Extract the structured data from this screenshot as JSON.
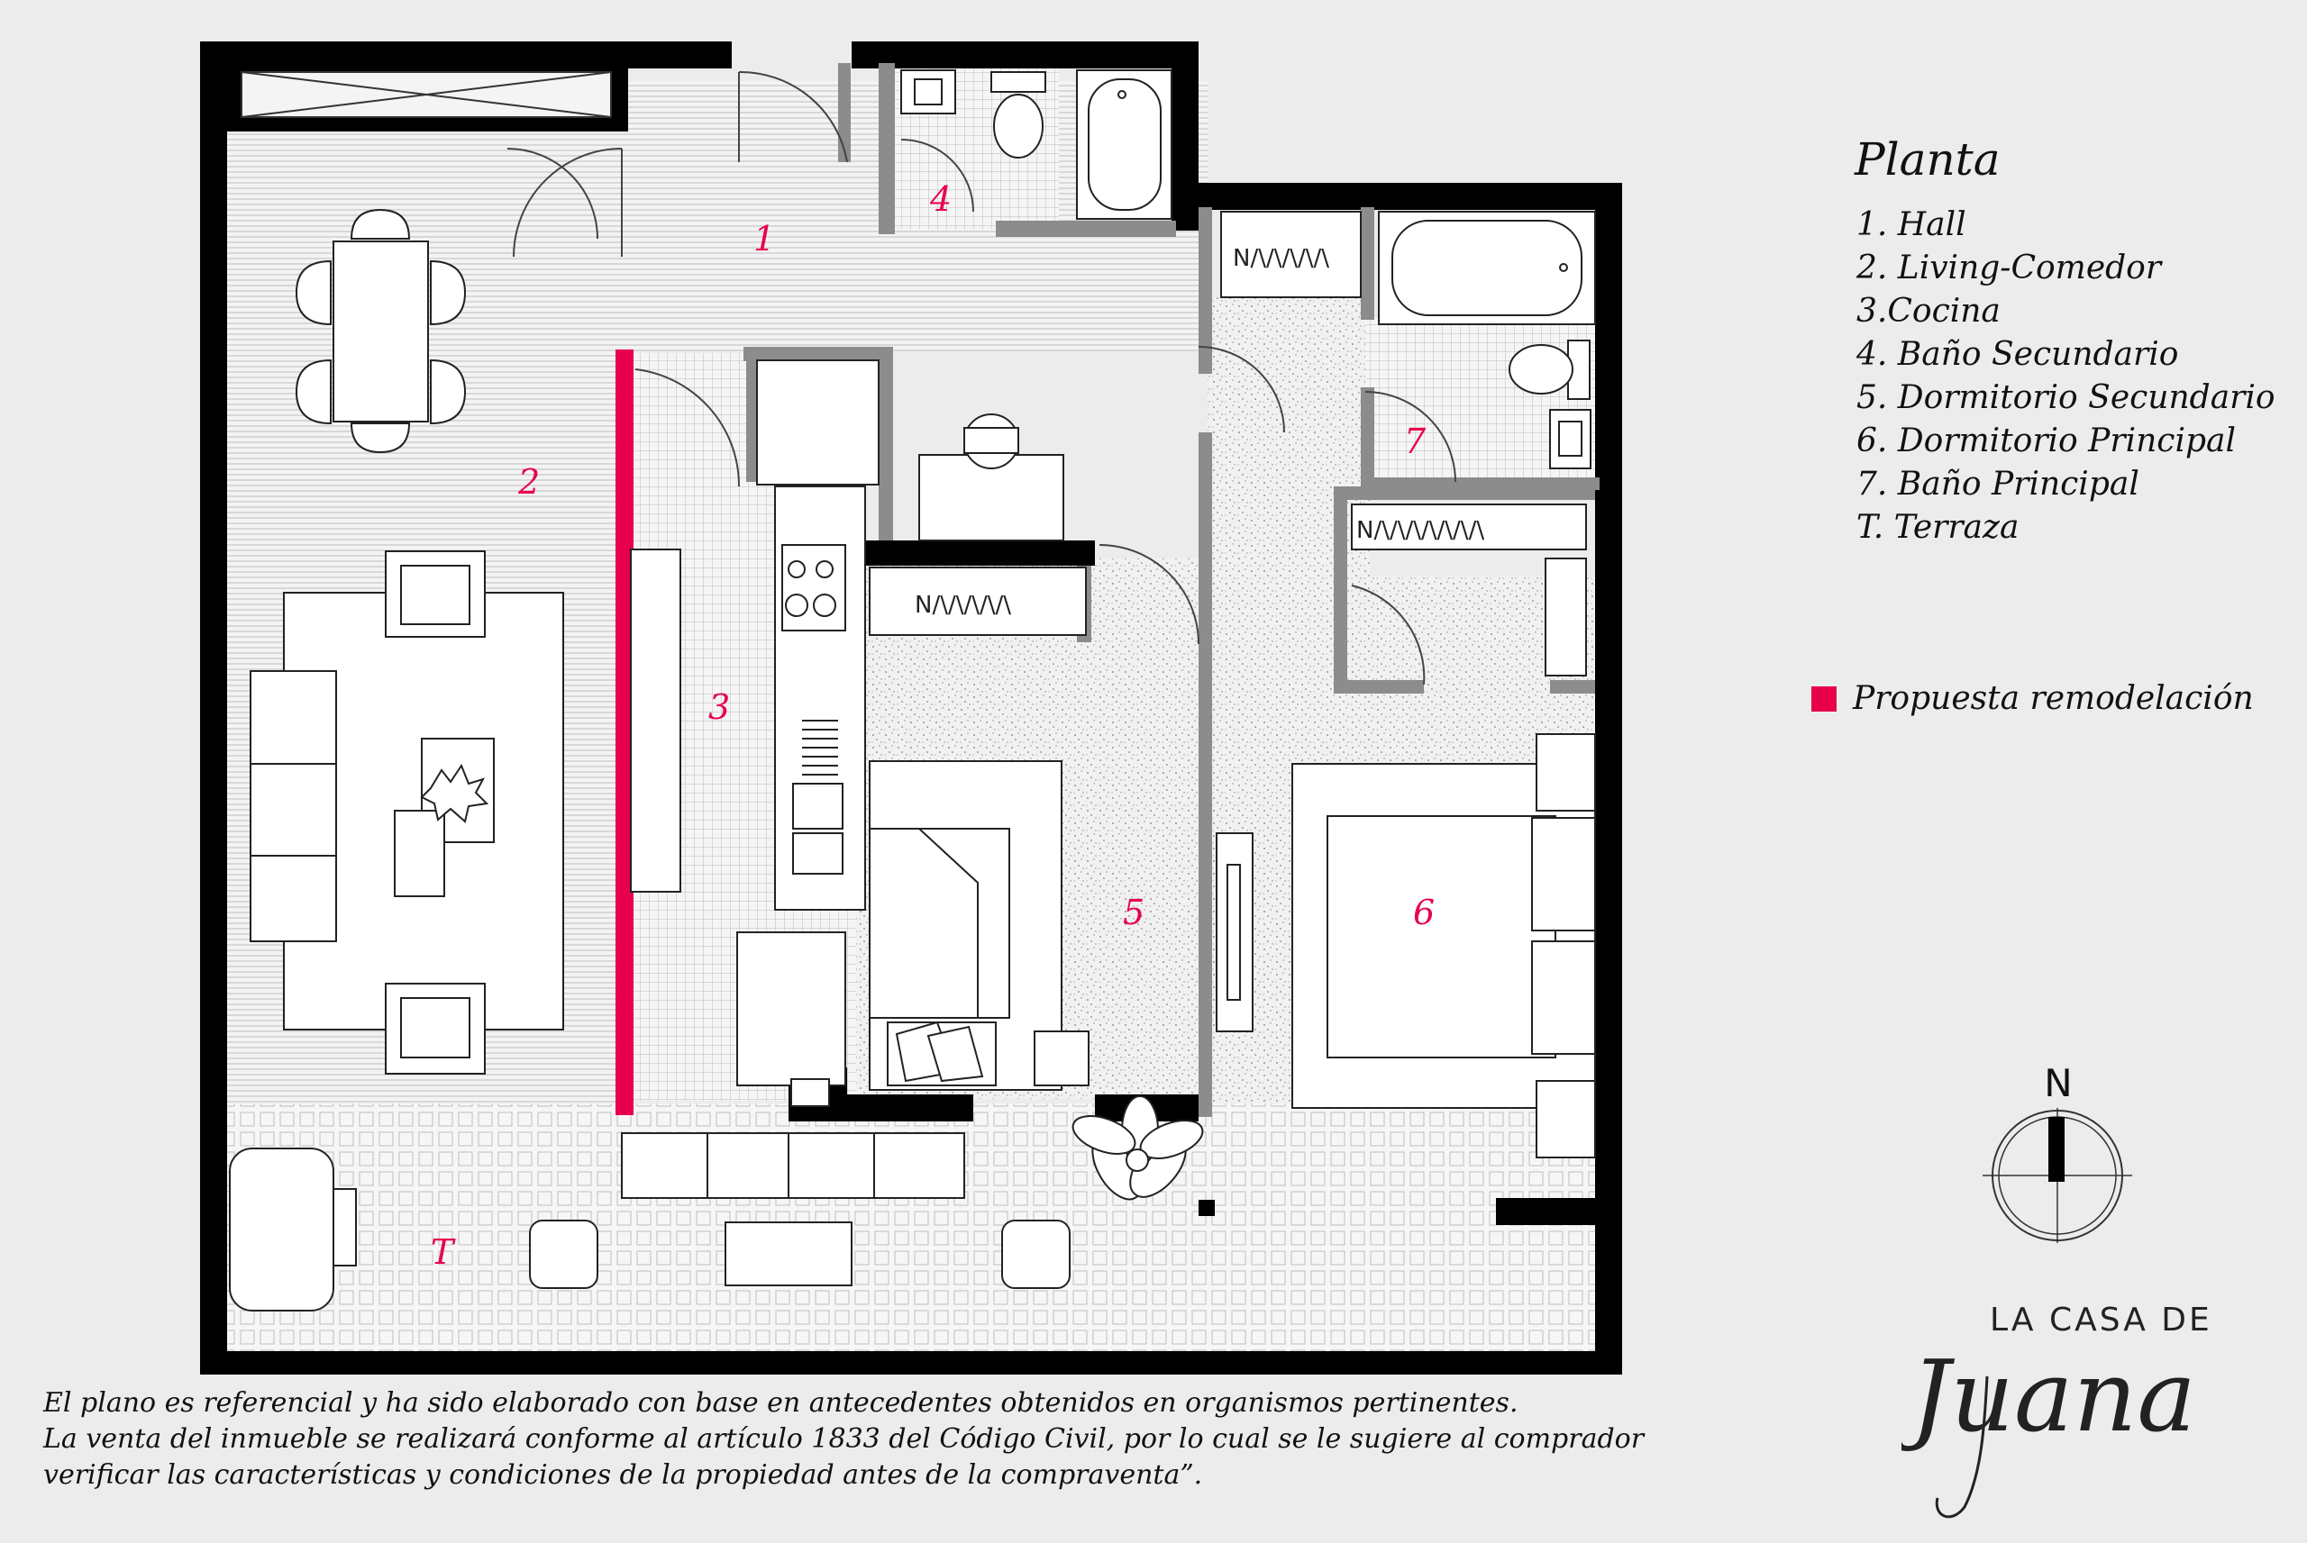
{
  "legend": {
    "title": "Planta",
    "items": [
      "1. Hall",
      "2. Living-Comedor",
      "3.Cocina",
      "4. Baño Secundario",
      "5. Dormitorio Secundario",
      "6. Dormitorio Principal",
      "7. Baño Principal",
      "T. Terraza"
    ],
    "proposal": "Propuesta remodelación"
  },
  "rooms": {
    "hall": "1",
    "living": "2",
    "kitchen": "3",
    "bath_secondary": "4",
    "bed_secondary": "5",
    "bed_main": "6",
    "bath_main": "7",
    "terrace": "T"
  },
  "compass": {
    "north": "N"
  },
  "brand": {
    "top": "LA CASA DE",
    "script": "Juana"
  },
  "disclaimer": [
    "El plano es referencial y ha sido elaborado con base en antecedentes obtenidos en organismos pertinentes.",
    "La venta del inmueble se realizará conforme al artículo 1833 del Código Civil, por lo cual se le sugiere al comprador",
    "verificar las características y condiciones de la propiedad antes de la compraventa”."
  ],
  "colors": {
    "proposal": "#e8004d",
    "wall": "#000000",
    "partition": "#888888",
    "background": "#ececec"
  }
}
